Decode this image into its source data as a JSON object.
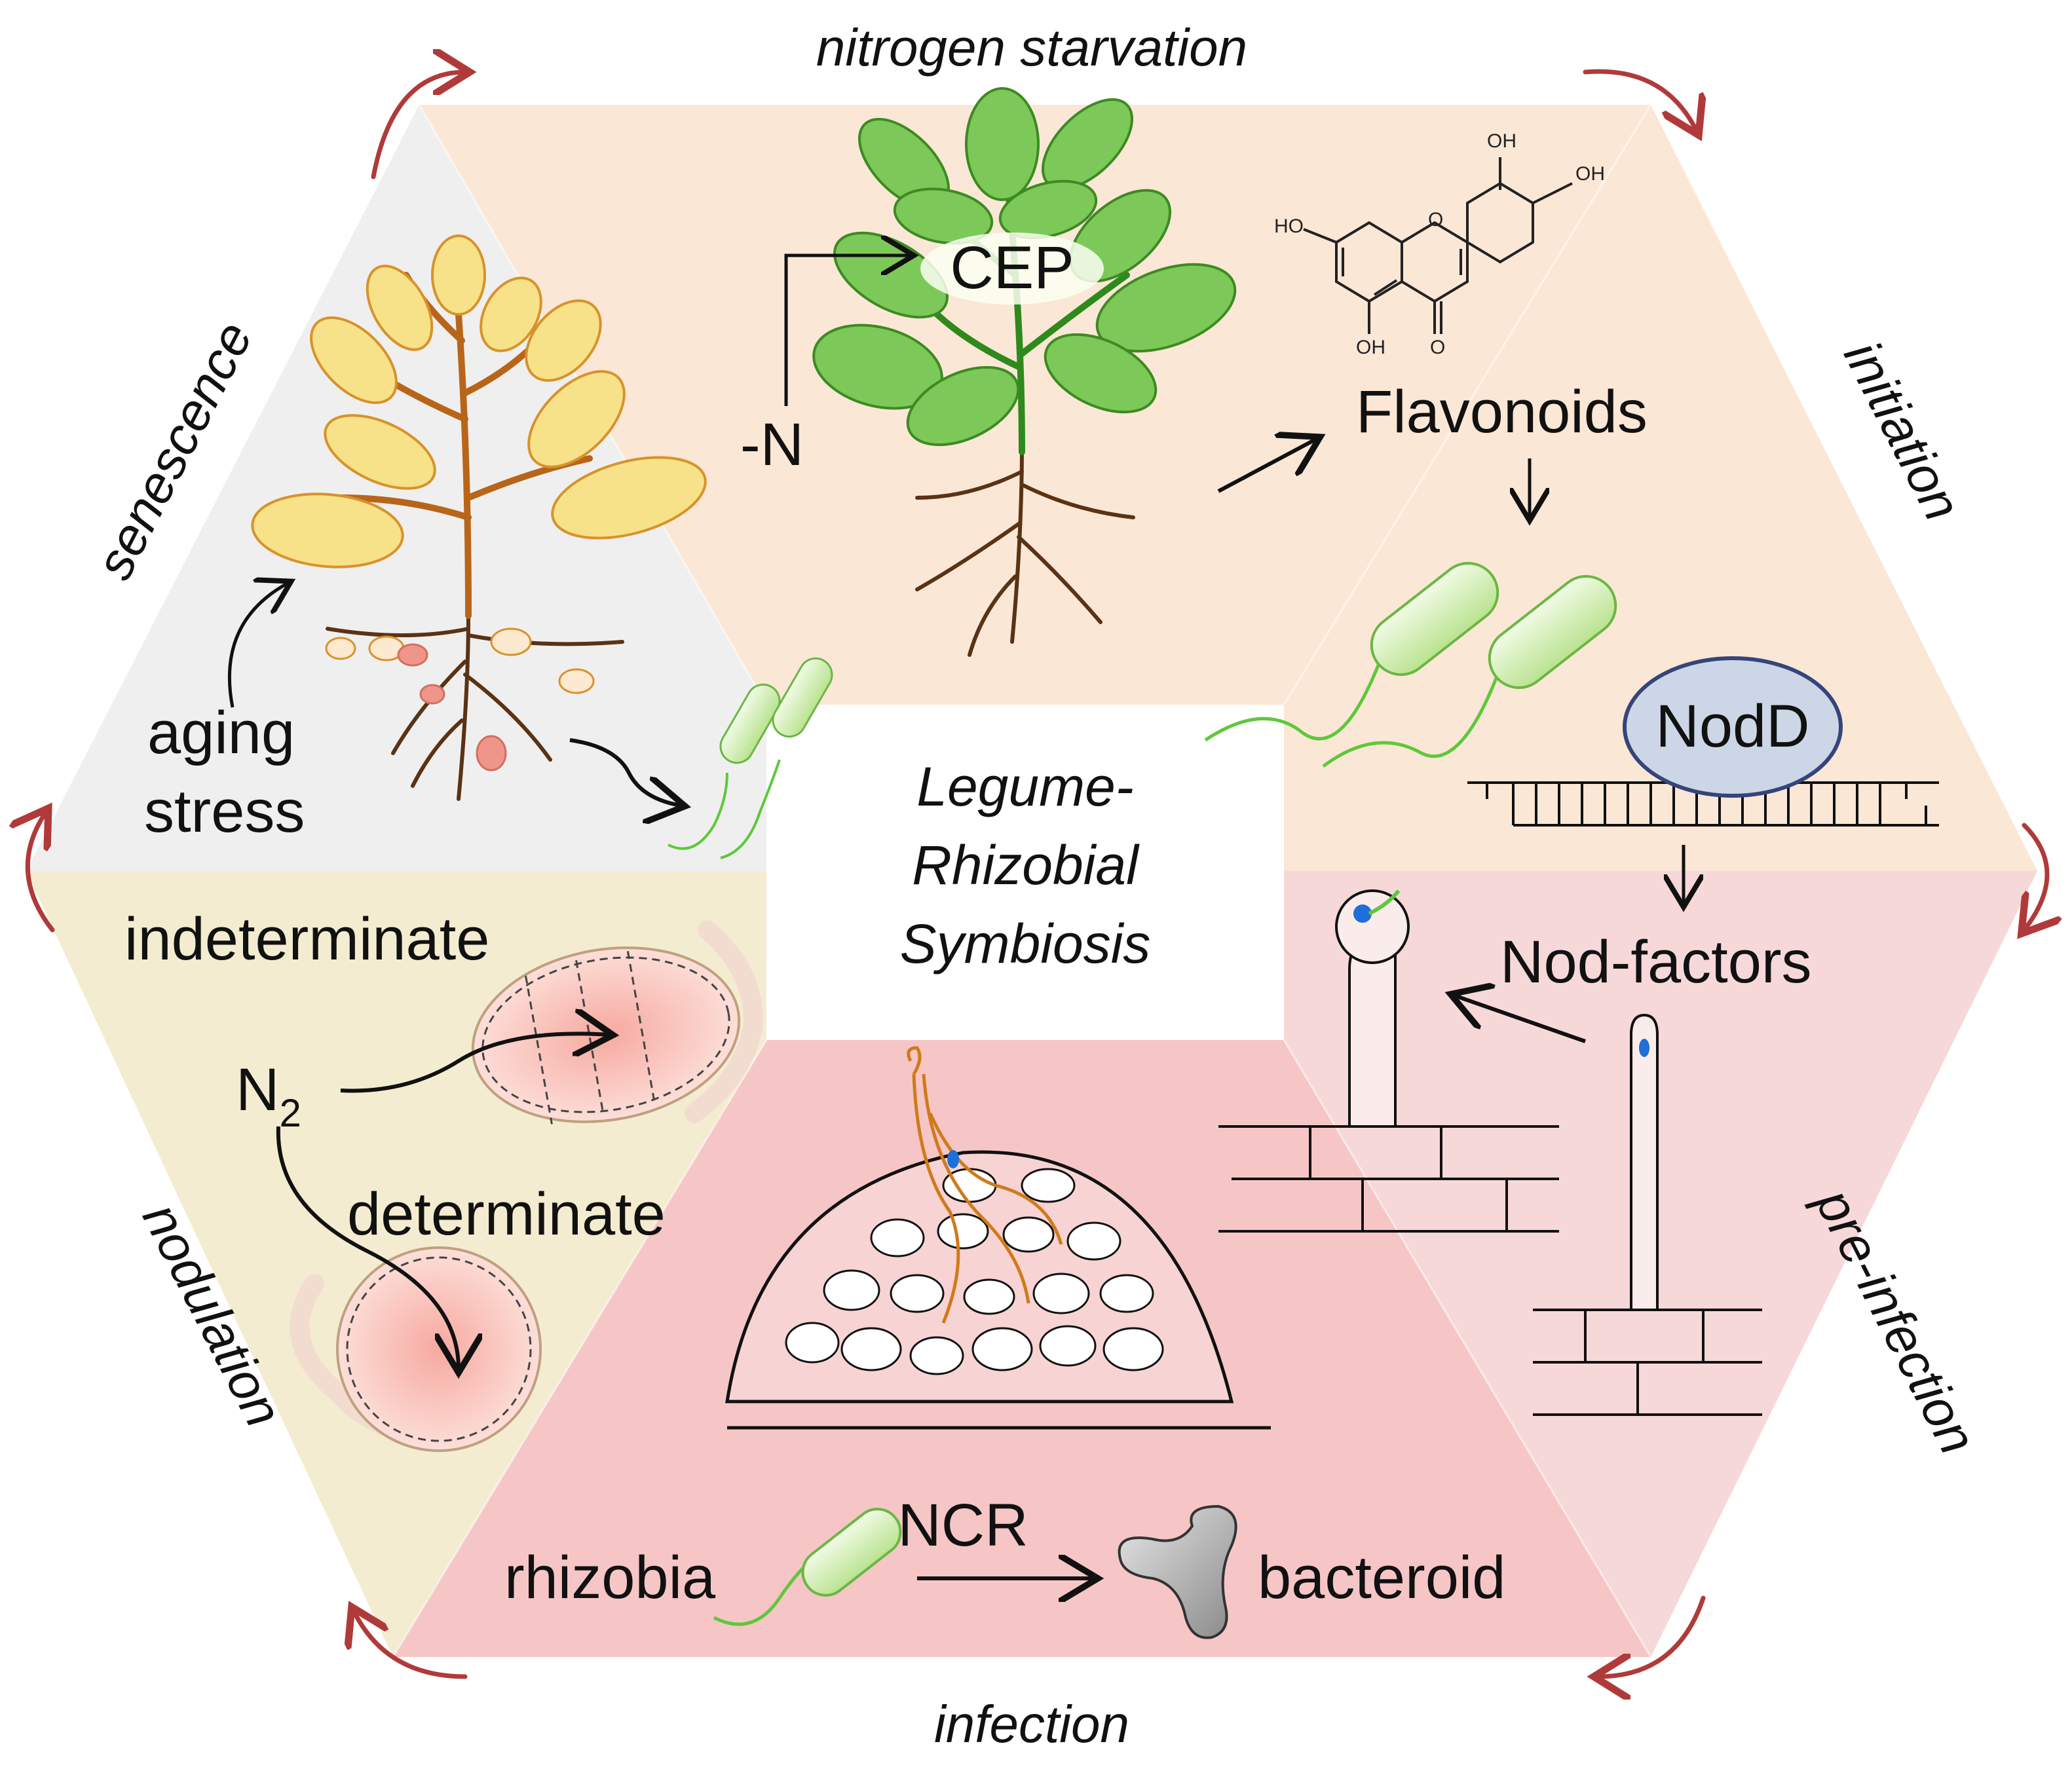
{
  "center": {
    "line1": "Legume-",
    "line2": "Rhizobial",
    "line3": "Symbiosis"
  },
  "stages": {
    "top": "nitrogen starvation",
    "right_top": "initiation",
    "right_bottom": "pre-infection",
    "bottom": "infection",
    "left_bottom": "nodulation",
    "left_top": "senescence"
  },
  "labels": {
    "minus_n": "-N",
    "cep": "CEP",
    "flavonoids": "Flavonoids",
    "nodd": "NodD",
    "nod_factors": "Nod-factors",
    "aging": "aging",
    "stress": "stress",
    "indeterminate": "indeterminate",
    "determinate": "determinate",
    "n2_base": "N",
    "n2_sub": "2",
    "rhizobia": "rhizobia",
    "ncr": "NCR",
    "bacteroid": "bacteroid"
  },
  "chem": {
    "oh": "OH",
    "ho": "HO",
    "o": "O"
  },
  "colors": {
    "senescence_bg": "#efefef",
    "nitrogen_bg": "#fbe7d6",
    "initiation_bg": "#fbe7d6",
    "preinfection_bg": "#f7d6d6",
    "infection_bg": "#f6c6c6",
    "nodulation_bg": "#f4ecd0",
    "cycle_arrow": "#b03a3a",
    "leaf_green": "#7cc95a",
    "leaf_yellow": "#f7e28a",
    "stem_brown": "#b8651a",
    "root_brown": "#5a3214",
    "bacterium": "#d8f2b8"
  }
}
